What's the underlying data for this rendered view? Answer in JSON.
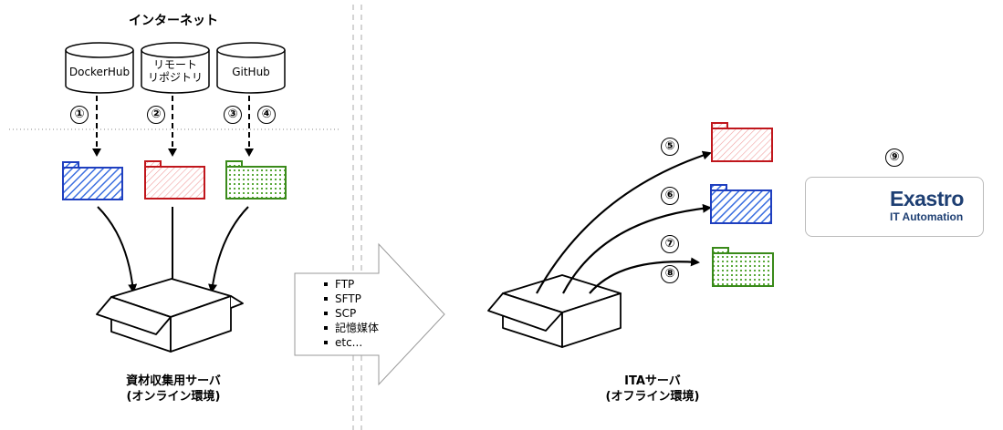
{
  "internet": {
    "title": "インターネット",
    "sources": [
      {
        "name": "DockerHub"
      },
      {
        "name": "リモート\nリポジトリ",
        "line1": "リモート",
        "line2": "リポジトリ"
      },
      {
        "name": "GitHub"
      }
    ]
  },
  "steps": [
    "①",
    "②",
    "③",
    "④",
    "⑤",
    "⑥",
    "⑦",
    "⑧",
    "⑨"
  ],
  "online_server": {
    "line1": "資材収集用サーバ",
    "line2": "(オンライン環境)"
  },
  "offline_server": {
    "line1": "ITAサーバ",
    "line2": "(オフライン環境)"
  },
  "transfer_methods": [
    "FTP",
    "SFTP",
    "SCP",
    "記憶媒体",
    "etc..."
  ],
  "logo": {
    "main": "Exastro",
    "sub": "IT Automation"
  },
  "colors": {
    "blue": "#1f3fbf",
    "red": "#c0161c",
    "green": "#3a8a1a",
    "logo": "#1e3f73"
  }
}
